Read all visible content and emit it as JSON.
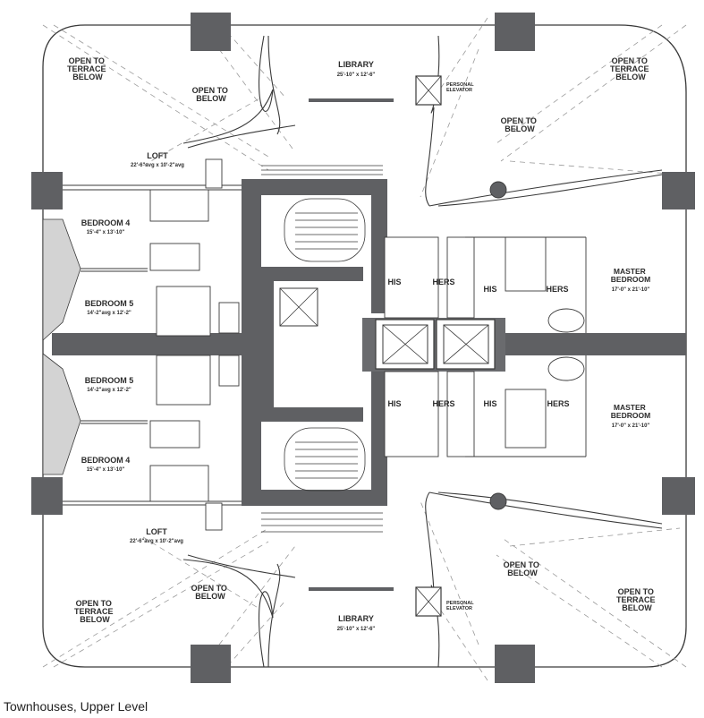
{
  "caption": "Townhouses, Upper Level",
  "colors": {
    "wall": "#5f6063",
    "line": "#3a3a3a",
    "dash": "#9a9a9a",
    "glass": "#d6d6d6"
  },
  "labels": {
    "open_to_terrace_below_tl": [
      "OPEN TO",
      "TERRACE",
      "BELOW"
    ],
    "open_to_below_tl": [
      "OPEN TO",
      "BELOW"
    ],
    "library_top": "LIBRARY",
    "library_top_dim": "25'-10\" x 12'-6\"",
    "personal_elevator_top": [
      "PERSONAL",
      "ELEVATOR"
    ],
    "open_to_terrace_below_tr": [
      "OPEN TO",
      "TERRACE",
      "BELOW"
    ],
    "open_to_below_tr": [
      "OPEN TO",
      "BELOW"
    ],
    "loft_top": "LOFT",
    "loft_top_dim": "22'-6\"avg x 10'-2\"avg",
    "bedroom4_top": "BEDROOM 4",
    "bedroom4_top_dim": "15'-4\" x 13'-10\"",
    "bedroom5_top": "BEDROOM 5",
    "bedroom5_top_dim": "14'-2\"avg x 12'-2\"",
    "bedroom5_bot": "BEDROOM 5",
    "bedroom5_bot_dim": "14'-2\"avg x 12'-2\"",
    "bedroom4_bot": "BEDROOM 4",
    "bedroom4_bot_dim": "15'-4\" x 13'-10\"",
    "loft_bot": "LOFT",
    "loft_bot_dim": "22'-6\"avg x 10'-2\"avg",
    "his_top_left": "HIS",
    "hers_top_left": "HERS",
    "his_top_right": "HIS",
    "hers_top_right": "HERS",
    "his_bot_left": "HIS",
    "hers_bot_left": "HERS",
    "his_bot_right": "HIS",
    "hers_bot_right": "HERS",
    "master_top": [
      "MASTER",
      "BEDROOM"
    ],
    "master_top_dim": "17'-0\" x 21'-10\"",
    "master_bot": [
      "MASTER",
      "BEDROOM"
    ],
    "master_bot_dim": "17'-0\" x 21'-10\"",
    "open_to_below_bl": [
      "OPEN TO",
      "BELOW"
    ],
    "open_to_terrace_below_bl": [
      "OPEN TO",
      "TERRACE",
      "BELOW"
    ],
    "library_bot": "LIBRARY",
    "library_bot_dim": "25'-10\" x 12'-6\"",
    "personal_elevator_bot": [
      "PERSONAL",
      "ELEVATOR"
    ],
    "open_to_below_br": [
      "OPEN TO",
      "BELOW"
    ],
    "open_to_terrace_below_br": [
      "OPEN TO",
      "TERRACE",
      "BELOW"
    ]
  }
}
